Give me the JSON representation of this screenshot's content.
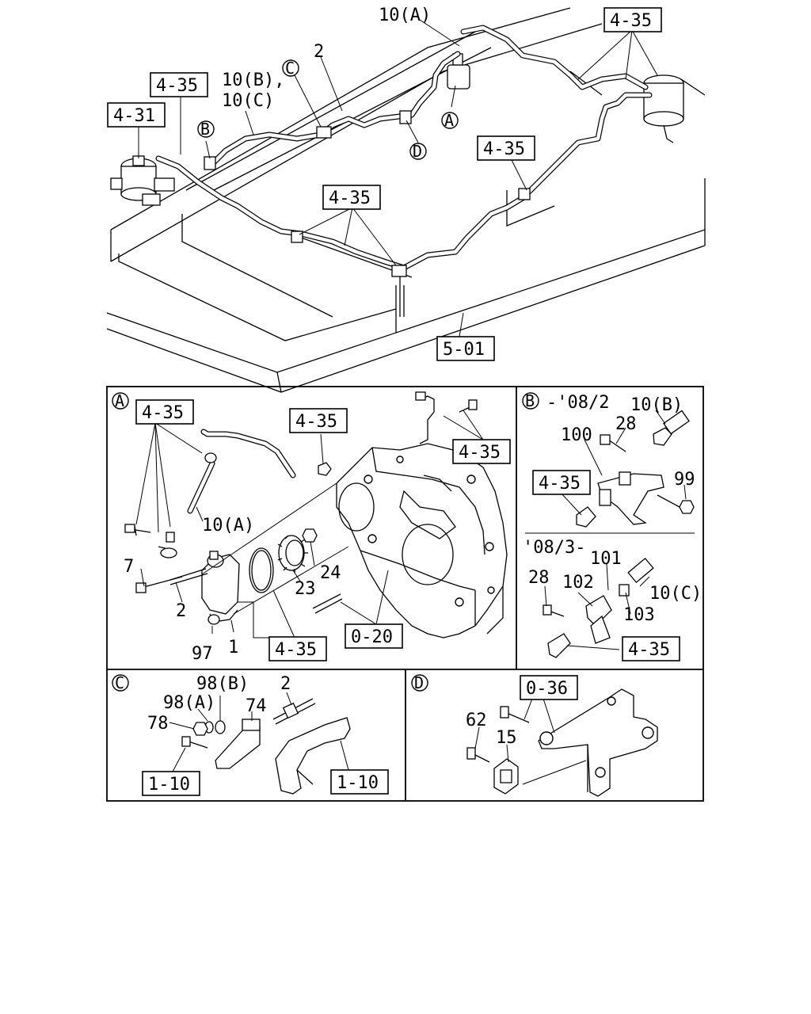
{
  "top": {
    "refs": {
      "r4_35_top": "4-35",
      "r4_35_left": "4-35",
      "r4_31": "4-31",
      "r4_35_right": "4-35",
      "r4_35_center": "4-35",
      "r5_01": "5-01"
    },
    "callouts": {
      "c10a": "10(A)",
      "c2": "2",
      "c10bc_line1": "10(B),",
      "c10bc_line2": "10(C)",
      "circle_a": "A",
      "circle_b": "B",
      "circle_c": "C",
      "circle_d": "D"
    }
  },
  "panel_a": {
    "tag": "A",
    "refs": {
      "r4_35_a1": "4-35",
      "r4_35_a2": "4-35",
      "r4_35_a3": "4-35",
      "r4_35_a4": "4-35",
      "r0_20": "0-20"
    },
    "callouts": {
      "c10a": "10(A)",
      "c7": "7",
      "c2": "2",
      "c97": "97",
      "c1": "1",
      "c23": "23",
      "c24": "24"
    }
  },
  "panel_b": {
    "tag": "B",
    "upper_range": "-'08/2",
    "lower_range": "'08/3-",
    "refs": {
      "r4_35_b1": "4-35",
      "r4_35_b2": "4-35"
    },
    "callouts": {
      "c10b": "10(B)",
      "c28_upper": "28",
      "c100": "100",
      "c99": "99",
      "c101": "101",
      "c28_lower": "28",
      "c102": "102",
      "c10c": "10(C)",
      "c103": "103"
    }
  },
  "panel_c": {
    "tag": "C",
    "refs": {
      "r1_10_left": "1-10",
      "r1_10_right": "1-10"
    },
    "callouts": {
      "c98b": "98(B)",
      "c2": "2",
      "c98a": "98(A)",
      "c74": "74",
      "c78": "78"
    }
  },
  "panel_d": {
    "tag": "D",
    "refs": {
      "r0_36": "0-36"
    },
    "callouts": {
      "c62": "62",
      "c15": "15"
    }
  }
}
